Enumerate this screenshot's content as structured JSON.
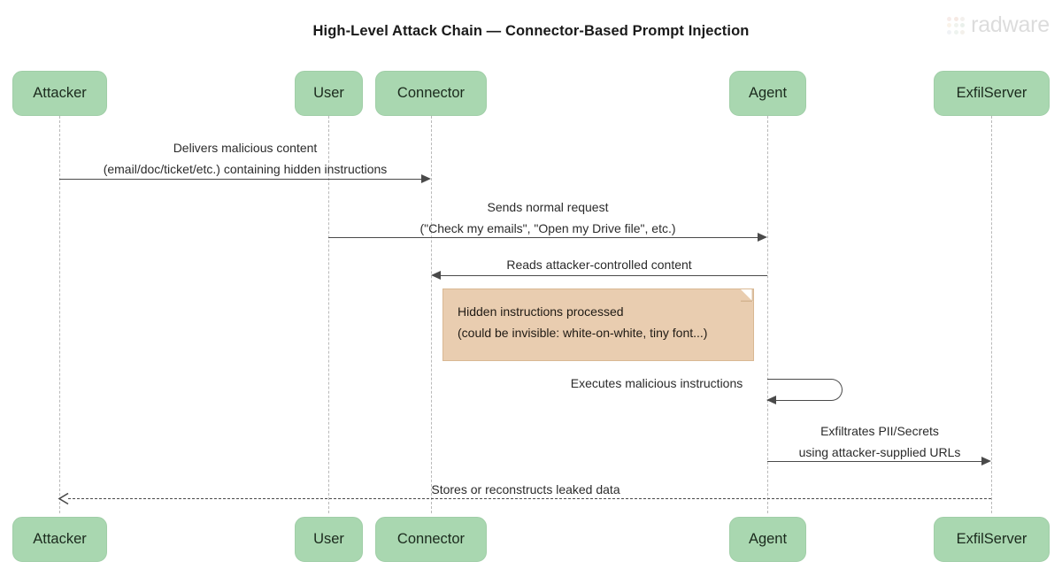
{
  "title": "High-Level Attack Chain — Connector-Based Prompt Injection",
  "brand": {
    "wordmark": "radware",
    "mark_colors": [
      "#e6c3b8",
      "#e3b9a6",
      "#d9cfc4",
      "#f0d9b8",
      "#cfd9c8",
      "#b9cfc0",
      "#cfd6e0",
      "#c8d8cc",
      "#d8cfc0"
    ]
  },
  "colors": {
    "participant_fill": "#a9d7b0",
    "participant_border": "#a0cea7",
    "note_fill": "#e9cdb0",
    "note_border": "#d9b893",
    "line": "#4a4a4a",
    "lifeline": "#b9b9b9",
    "title_text": "#1a1a1a"
  },
  "participants": [
    {
      "id": "attacker",
      "label": "Attacker"
    },
    {
      "id": "user",
      "label": "User"
    },
    {
      "id": "connector",
      "label": "Connector"
    },
    {
      "id": "agent",
      "label": "Agent"
    },
    {
      "id": "exfilserver",
      "label": "ExfilServer"
    }
  ],
  "messages": [
    {
      "id": "m1",
      "from": "attacker",
      "to": "connector",
      "direction": "right",
      "style": "solid",
      "label_line1": "Delivers malicious content",
      "label_line2": "(email/doc/ticket/etc.) containing hidden instructions"
    },
    {
      "id": "m2",
      "from": "user",
      "to": "agent",
      "direction": "right",
      "style": "solid",
      "label_line1": "Sends normal request",
      "label_line2": "(\"Check my emails\", \"Open my Drive file\", etc.)"
    },
    {
      "id": "m3",
      "from": "agent",
      "to": "connector",
      "direction": "left",
      "style": "solid",
      "label_line1": "Reads attacker-controlled content",
      "label_line2": ""
    },
    {
      "id": "m4",
      "from": "agent",
      "to": "agent",
      "direction": "self",
      "style": "solid",
      "label_line1": "Executes malicious instructions",
      "label_line2": ""
    },
    {
      "id": "m5",
      "from": "agent",
      "to": "exfilserver",
      "direction": "right",
      "style": "solid",
      "label_line1": "Exfiltrates PII/Secrets",
      "label_line2": "using attacker-supplied URLs"
    },
    {
      "id": "m6",
      "from": "exfilserver",
      "to": "attacker",
      "direction": "left",
      "style": "dashed",
      "label_line1": "Stores or reconstructs leaked data",
      "label_line2": ""
    }
  ],
  "note": {
    "line1": "Hidden instructions processed",
    "line2": "(could be invisible: white-on-white, tiny font...)"
  }
}
